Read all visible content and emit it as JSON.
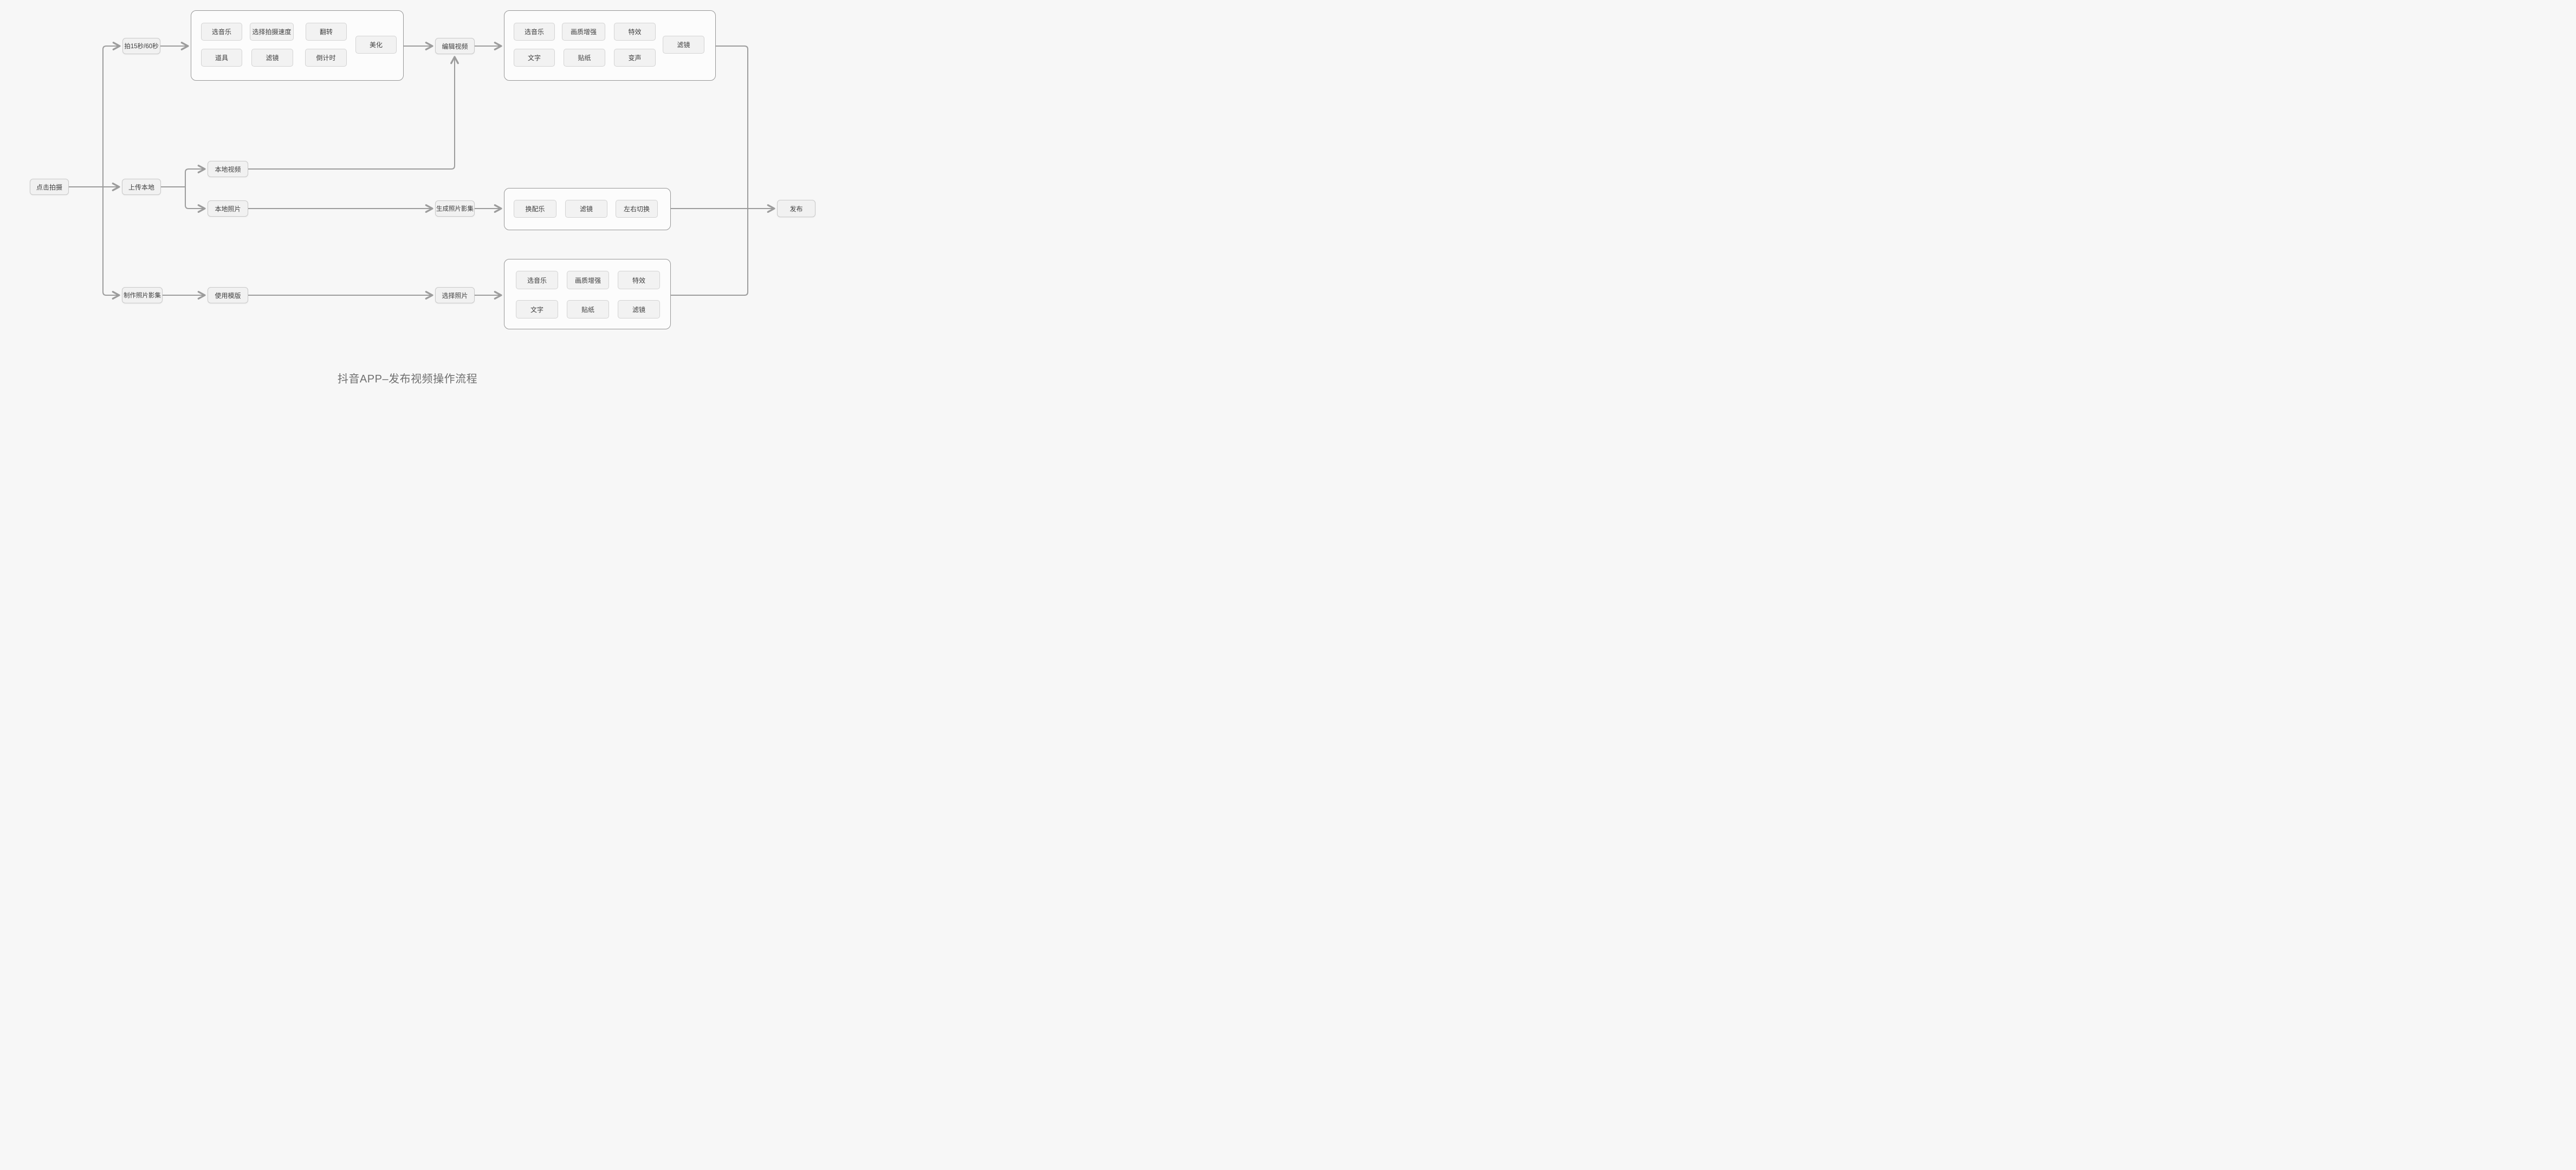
{
  "title": "抖音APP–发布视频操作流程",
  "colors": {
    "background": "#f7f7f7",
    "node_fill": "#f1f1f1",
    "node_border": "#c9c9c9",
    "group_fill": "#fcfcfc",
    "group_border": "#979797",
    "connector": "#9c9c9c",
    "text": "#3e3e3e",
    "title_text": "#6f6f6f"
  },
  "nodes": {
    "click_shoot": "点击拍摄",
    "shoot_15_60": "拍15秒/60秒",
    "upload_local": "上传本地",
    "make_photo_album": "制作照片影集",
    "local_video": "本地视频",
    "local_photo": "本地照片",
    "use_template": "使用模版",
    "edit_video": "编辑视频",
    "generate_photo_album": "生成照片影集",
    "select_photos": "选择照片",
    "publish": "发布"
  },
  "groups": {
    "shoot_options": {
      "items": [
        "选音乐",
        "选择拍摄速度",
        "翻转",
        "美化",
        "道具",
        "滤镜",
        "倒计时"
      ]
    },
    "edit_video_tools": {
      "items": [
        "选音乐",
        "画质增强",
        "特效",
        "滤镜",
        "文字",
        "贴纸",
        "变声"
      ]
    },
    "album_tools": {
      "items": [
        "换配乐",
        "滤镜",
        "左右切换"
      ]
    },
    "photo_edit_tools": {
      "items": [
        "选音乐",
        "画质增强",
        "特效",
        "文字",
        "贴纸",
        "滤镜"
      ]
    }
  }
}
